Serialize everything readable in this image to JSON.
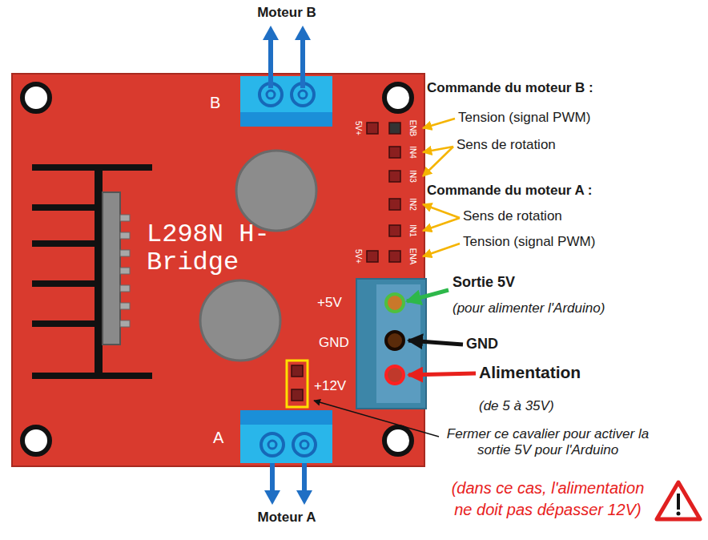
{
  "diagram": {
    "nodes": [
      {
        "text": [
          "B",
          "5V+",
          "ENB",
          "IN4",
          "IN3",
          "IN2",
          "IN1",
          "ENA",
          "5V+",
          "L298N H-Bridge",
          "+5V",
          "GND",
          "+12V",
          "A"
        ]
      }
    ],
    "labels": [
      "Moteur B",
      "Commande du moteur B :",
      "Tension (signal PWM)",
      "Sens de rotation",
      "Commande du moteur A :",
      "Sens de rotation",
      "Tension (signal PWM)",
      "Sortie 5V",
      "(pour alimenter l'Arduino)",
      "GND",
      "Alimentation",
      "(de 5 à 35V)",
      "Fermer ce cavalier pour activer la sortie 5V pour l'Arduino",
      "(dans ce cas, l'alimentation ne doit pas dépasser 12V)",
      "Moteur A"
    ]
  }
}
